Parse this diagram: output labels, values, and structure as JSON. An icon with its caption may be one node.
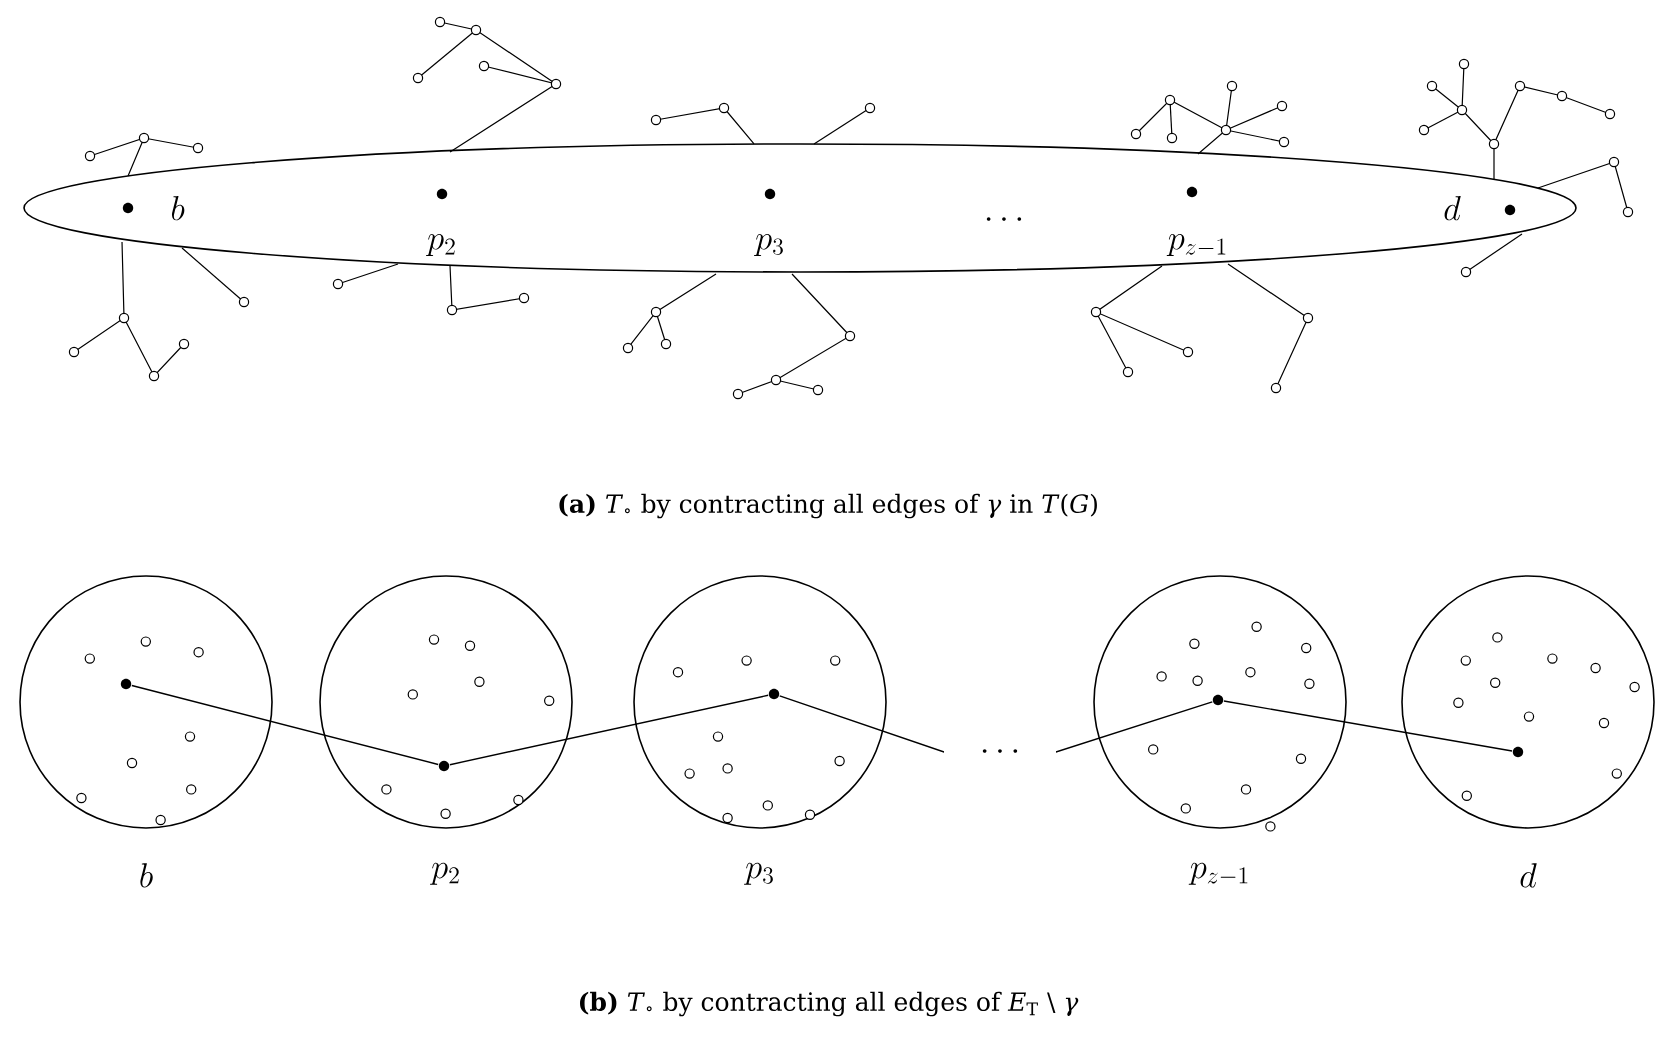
{
  "diagram": {
    "nodes": [
      {
        "text": [],
        "shape": "ellipse"
      },
      {
        "text": [],
        "shape": "circle",
        "beside": [
          "b"
        ]
      },
      {
        "text": [],
        "shape": "dot",
        "in": 1
      },
      {
        "text": [],
        "shape": "circle",
        "beside": [
          "p_{2}"
        ]
      },
      {
        "text": [],
        "shape": "dot",
        "in": 3
      },
      {
        "text": [],
        "shape": "circle",
        "beside": [
          "p_{3}"
        ]
      },
      {
        "text": [],
        "shape": "dot",
        "in": 5
      },
      {
        "text": [],
        "shape": "circle",
        "beside": [
          "p_{z-1}"
        ]
      },
      {
        "text": [],
        "shape": "dot",
        "in": 7
      },
      {
        "text": [],
        "shape": "circle",
        "beside": [
          "d"
        ]
      },
      {
        "text": [],
        "shape": "dot",
        "in": 9
      }
    ],
    "edges": [
      {
        "from": 2,
        "to": 4,
        "arrow": "none"
      },
      {
        "from": 4,
        "to": 6,
        "arrow": "none"
      },
      {
        "from": 6,
        "to": 8,
        "arrow": "none",
        "label": "\\cdots"
      },
      {
        "from": 8,
        "to": 10,
        "arrow": "none"
      }
    ],
    "labels": [
      "b",
      "p_{2}",
      "p_{3}",
      "\\cdots",
      "p_{z-1}",
      "d",
      "**(a)** *T*$_{∘}$ by contracting all edges of *γ* in *T*(*G*)",
      "**(b)** *T*$_{∘}$ by contracting all edges of *E*$_{T}$ \\ *γ*"
    ]
  }
}
